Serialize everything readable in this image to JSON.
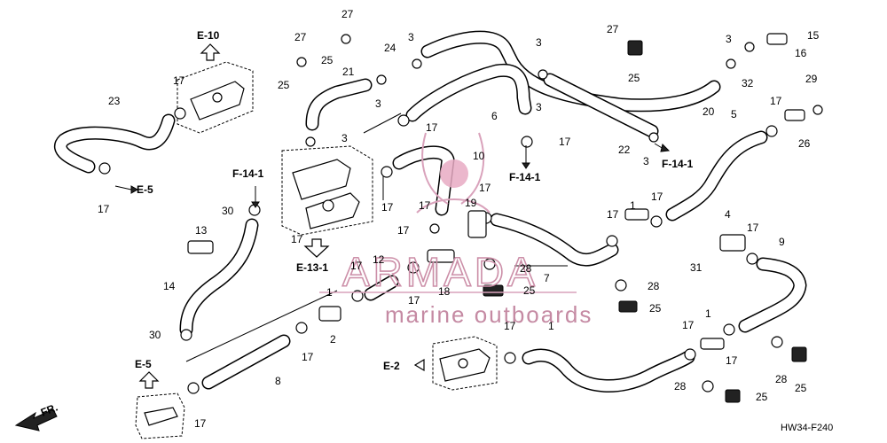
{
  "diagram_code": "HW34-F240",
  "watermark": {
    "brand": "ARMADA",
    "tagline": "marine outboards"
  },
  "direction_label": "FR.",
  "ref_labels": {
    "e10": "E-10",
    "e5_top": "E-5",
    "e5_bottom": "E-5",
    "f141_left": "F-14-1",
    "f141_mid": "F-14-1",
    "f141_right": "F-14-1",
    "e131": "E-13-1",
    "e2": "E-2"
  },
  "part_numbers": {
    "p23": "23",
    "p17a": "17",
    "p17b": "17",
    "p27a": "27",
    "p27b": "27",
    "p25a": "25",
    "p25b": "25",
    "p21": "21",
    "p3a": "3",
    "p24": "24",
    "p3b": "3",
    "p3c": "3",
    "p3d": "3",
    "p6": "6",
    "p3e": "3",
    "p27c": "27",
    "p25c": "25",
    "p3f": "3",
    "p15": "15",
    "p16": "16",
    "p32": "32",
    "p20": "20",
    "p29": "29",
    "p5": "5",
    "p17c": "17",
    "p26": "26",
    "p22": "22",
    "p3g": "3",
    "p17d": "17",
    "p17e": "17",
    "p10": "10",
    "p17f": "17",
    "p19": "19",
    "p17g": "17",
    "p17h": "17",
    "p30a": "30",
    "p13": "13",
    "p14": "14",
    "p30b": "30",
    "p17i": "17",
    "p12": "12",
    "p17j": "17",
    "p18": "18",
    "p28a": "28",
    "p25d": "25",
    "p7": "7",
    "p1a": "1",
    "p2": "2",
    "p17k": "17",
    "p8": "8",
    "p17l": "17",
    "p17m": "17",
    "p1b": "1",
    "p17n": "17",
    "p4": "4",
    "p17o": "17",
    "p9": "9",
    "p31": "31",
    "p28b": "28",
    "p25e": "25",
    "p17p": "17",
    "p1c": "1",
    "p17q": "17",
    "p1d": "1",
    "p17r": "17",
    "p28c": "28",
    "p25f": "25",
    "p28d": "28",
    "p25g": "25",
    "p17s": "17",
    "p17t": "17"
  }
}
